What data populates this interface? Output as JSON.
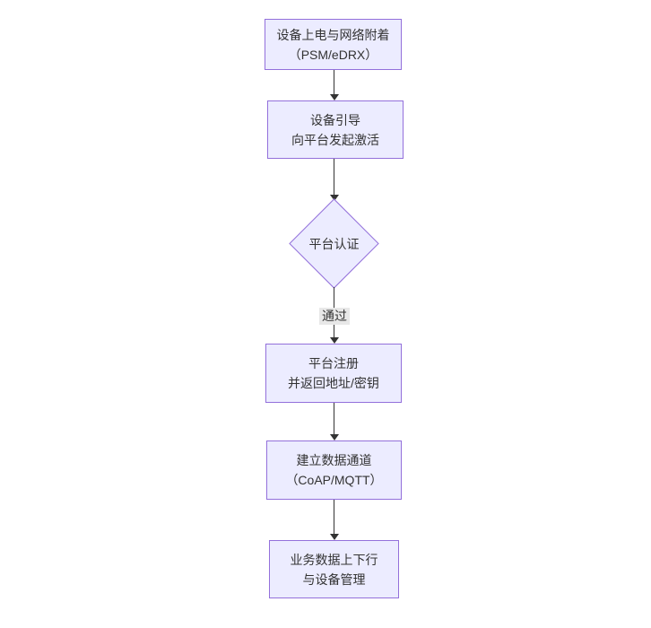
{
  "diagram": {
    "type": "flowchart",
    "direction": "top-down",
    "nodes": [
      {
        "id": "A",
        "shape": "rect",
        "lines": [
          "设备上电与网络附着",
          "（PSM/eDRX）"
        ]
      },
      {
        "id": "B",
        "shape": "rect",
        "lines": [
          "设备引导",
          "向平台发起激活"
        ]
      },
      {
        "id": "C",
        "shape": "diamond",
        "lines": [
          "平台认证"
        ]
      },
      {
        "id": "D",
        "shape": "rect",
        "lines": [
          "平台注册",
          "并返回地址/密钥"
        ]
      },
      {
        "id": "E",
        "shape": "rect",
        "lines": [
          "建立数据通道",
          "（CoAP/MQTT）"
        ]
      },
      {
        "id": "F",
        "shape": "rect",
        "lines": [
          "业务数据上下行",
          "与设备管理"
        ]
      }
    ],
    "edges": [
      {
        "from": "A",
        "to": "B",
        "label": ""
      },
      {
        "from": "B",
        "to": "C",
        "label": ""
      },
      {
        "from": "C",
        "to": "D",
        "label": "通过"
      },
      {
        "from": "D",
        "to": "E",
        "label": ""
      },
      {
        "from": "E",
        "to": "F",
        "label": ""
      }
    ],
    "colors": {
      "node_fill": "#ECECFF",
      "node_border": "#9370DB",
      "arrow": "#333333",
      "label_bg": "#e8e8e8",
      "text": "#333333"
    }
  }
}
